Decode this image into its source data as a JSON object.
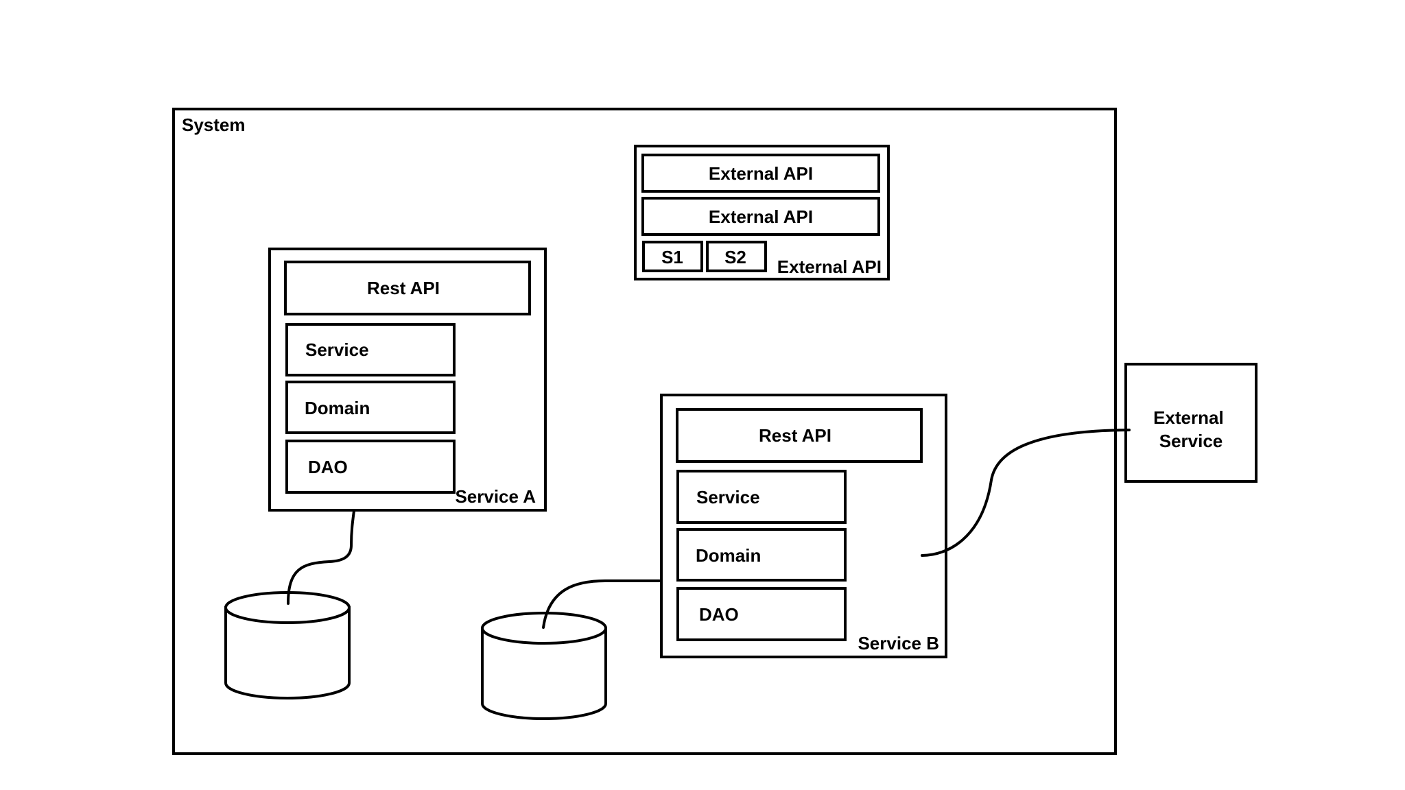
{
  "system": {
    "label": "System"
  },
  "external_api_group": {
    "row1_label": "External API",
    "row2_label": "External API",
    "s1_label": "S1",
    "s2_label": "S2",
    "caption": "External API"
  },
  "service_a": {
    "name": "Service A",
    "layers": {
      "rest_api": "Rest API",
      "service": "Service",
      "domain": "Domain",
      "dao": "DAO"
    }
  },
  "service_b": {
    "name": "Service B",
    "layers": {
      "rest_api": "Rest API",
      "service": "Service",
      "domain": "Domain",
      "dao": "DAO"
    }
  },
  "external_service": {
    "line1": "External",
    "line2": "Service"
  },
  "databases": [
    {
      "id": "db-a"
    },
    {
      "id": "db-b"
    }
  ]
}
